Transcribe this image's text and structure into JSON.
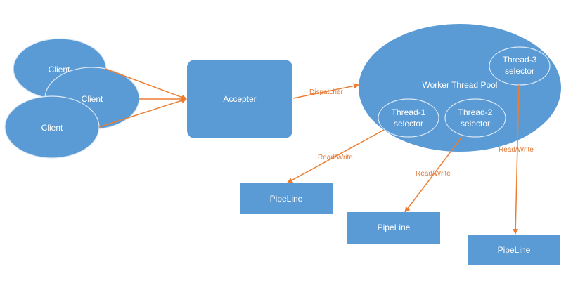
{
  "colors": {
    "node_fill": "#5b9bd5",
    "node_stroke": "#dbe8f5",
    "arrow": "#ed7d31",
    "edge_label": "#e07b39",
    "text": "#ffffff"
  },
  "clients": [
    {
      "label": "Client"
    },
    {
      "label": "Client"
    },
    {
      "label": "Client"
    }
  ],
  "accepter": {
    "label": "Accepter"
  },
  "dispatcher_label": "Dispatcher",
  "pool": {
    "label": "Worker Thread Pool"
  },
  "threads": [
    {
      "line1": "Thread-1",
      "line2": "selector"
    },
    {
      "line1": "Thread-2",
      "line2": "selector"
    },
    {
      "line1": "Thread-3",
      "line2": "selector"
    }
  ],
  "read_write_labels": [
    "Read/Write",
    "Read/Write",
    "Read/Write"
  ],
  "pipelines": [
    {
      "label": "PipeLine"
    },
    {
      "label": "PipeLine"
    },
    {
      "label": "PipeLine"
    }
  ]
}
